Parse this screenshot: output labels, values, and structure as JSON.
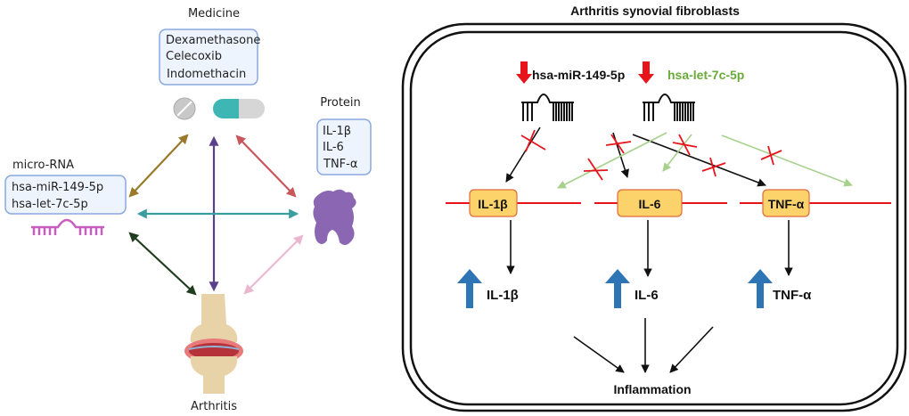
{
  "left_panel": {
    "medicine": {
      "title": "Medicine",
      "items": [
        "Dexamethasone",
        "Celecoxib",
        "Indomethacin"
      ]
    },
    "protein": {
      "title": "Protein",
      "items": [
        "IL-1β",
        "IL-6",
        "TNF-α"
      ]
    },
    "microrna": {
      "title": "micro-RNA",
      "items": [
        "hsa-miR-149-5p",
        "hsa-let-7c-5p"
      ]
    },
    "disease": {
      "title": "Arthritis"
    },
    "arrow_colors": {
      "medicine_microrna": "#9a7a2a",
      "medicine_arthritis": "#5b3f8f",
      "medicine_protein": "#c9565a",
      "microrna_protein": "#3a9ea0",
      "microrna_arthritis": "#1f3d1f",
      "protein_arthritis": "#eab7cf"
    }
  },
  "right_panel": {
    "title": "Arthritis synovial fibroblasts",
    "mirnas": [
      {
        "name": "hsa-miR-149-5p",
        "color": "#111111"
      },
      {
        "name": "hsa-let-7c-5p",
        "color": "#6aaa3a"
      }
    ],
    "genes": [
      "IL-1β",
      "IL-6",
      "TNF-α"
    ],
    "upregulated": [
      "IL-1β",
      "IL-6",
      "TNF-α"
    ],
    "outcome": "Inflammation",
    "colors": {
      "down_arrow": "#e8141b",
      "gene_box": "#fbd36a",
      "up_arrow": "#2e75b6",
      "inhibited_edge_let7c": "#a6d18c",
      "dna_line": "#e8141b"
    }
  }
}
